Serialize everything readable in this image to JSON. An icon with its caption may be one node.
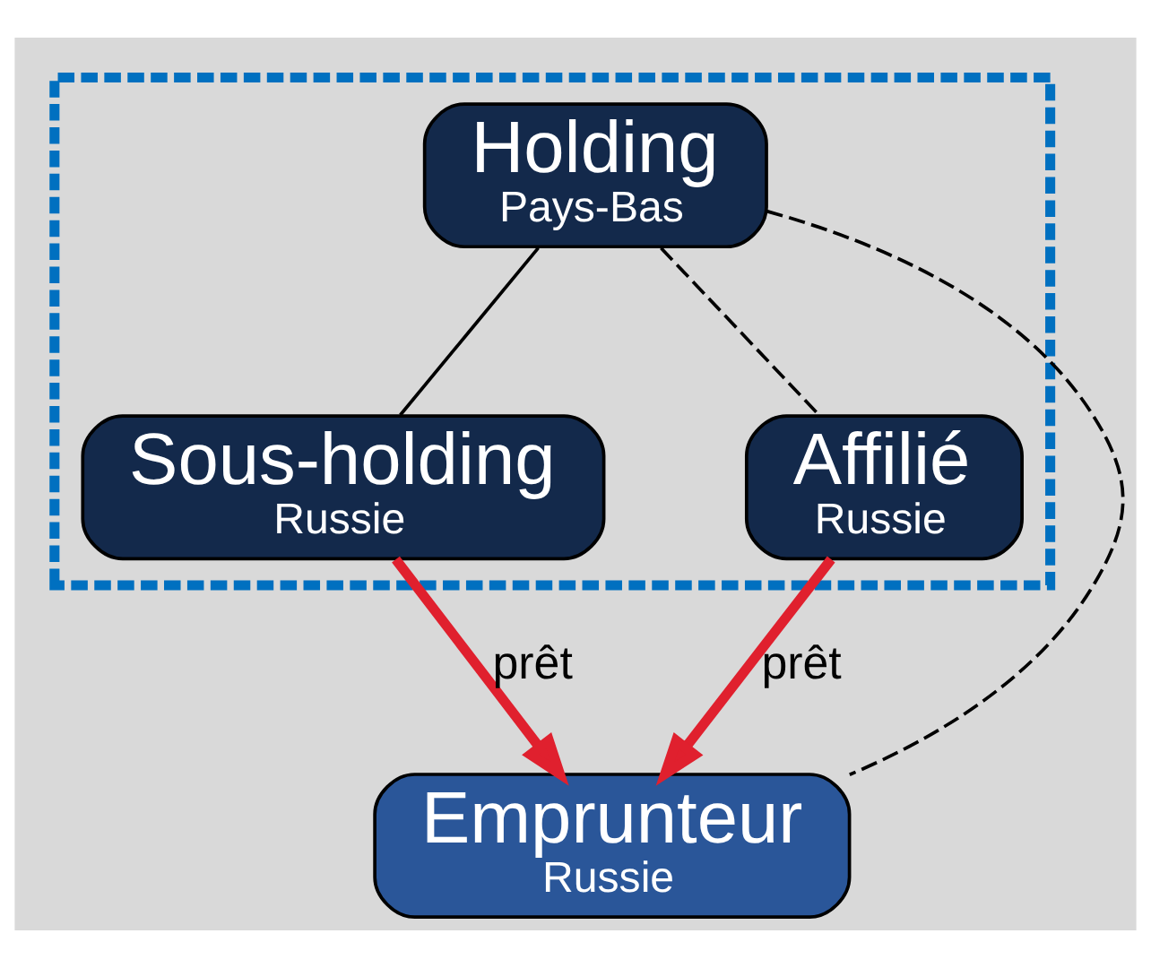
{
  "diagram": {
    "nodes": [
      {
        "text": [],
        "shape": "box"
      },
      {
        "text": [
          "Holding",
          "Pays-Bas"
        ],
        "in": 0
      },
      {
        "text": [
          "Sous-holding",
          "Russie"
        ],
        "in": 0
      },
      {
        "text": [
          "Affilié",
          "Russie"
        ],
        "in": 0
      },
      {
        "text": [
          "Emprunteur",
          "Russie"
        ]
      }
    ],
    "edges": [
      {
        "from": 1,
        "to": 2,
        "arrow": "none"
      },
      {
        "from": 1,
        "to": 3,
        "arrow": "none",
        "style": "dashed"
      },
      {
        "from": 1,
        "to": 4,
        "arrow": "none",
        "style": "dashed"
      },
      {
        "from": 2,
        "to": 4,
        "arrow": "to",
        "label": "prêt",
        "style": "thick",
        "color": "#e0202e"
      },
      {
        "from": 3,
        "to": 4,
        "arrow": "to",
        "label": "prêt",
        "style": "thick",
        "color": "#e0202e"
      }
    ]
  }
}
